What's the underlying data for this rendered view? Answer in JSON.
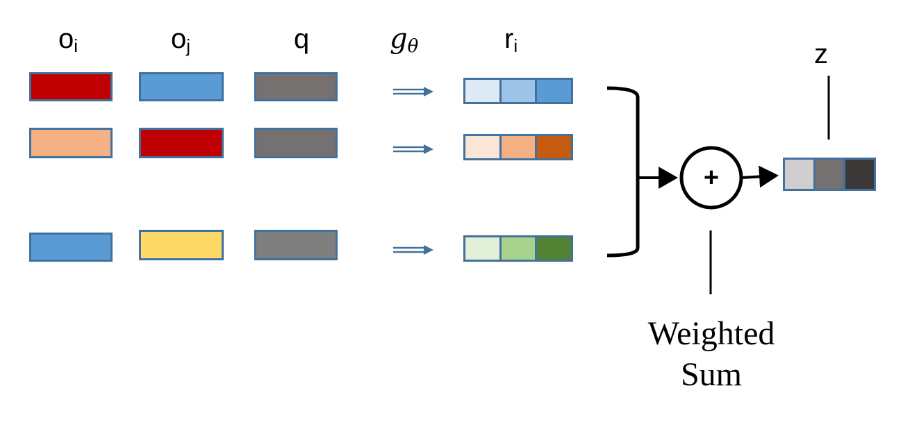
{
  "headers": {
    "oi": {
      "base": "o",
      "sub": "i"
    },
    "oj": {
      "base": "o",
      "sub": "j"
    },
    "q": "q",
    "g_theta": {
      "base": "g",
      "sub": "θ"
    },
    "ri": {
      "base": "r",
      "sub": "i"
    }
  },
  "output_label": "z",
  "sum_symbol": "+",
  "caption": {
    "line1": "Weighted",
    "line2": "Sum"
  },
  "colors": {
    "border": "#41719c",
    "red": "#c00000",
    "blue": "#5b9bd5",
    "gray": "#767171",
    "salmon": "#f4b183",
    "yellow": "#ffd966",
    "gray2": "#7f7f7f",
    "r1": [
      "#deebf7",
      "#9dc3e6",
      "#5b9bd5"
    ],
    "r2": [
      "#fbe5d6",
      "#f4b183",
      "#c55a11"
    ],
    "r3": [
      "#e2f0d9",
      "#a9d18e",
      "#548235"
    ],
    "z": [
      "#d0cece",
      "#767171",
      "#3b3838"
    ]
  }
}
